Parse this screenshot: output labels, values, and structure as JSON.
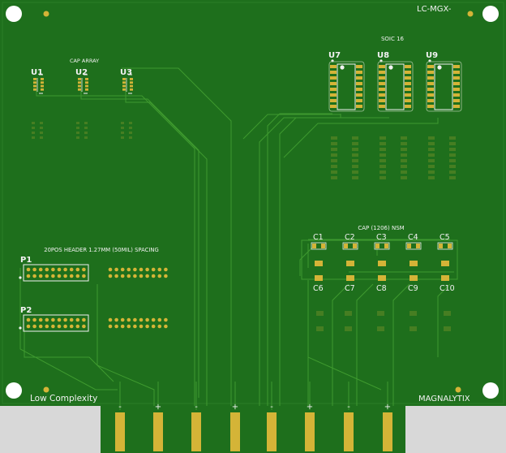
{
  "board": {
    "top_right_label": "LC-MGX-",
    "bottom_left_label": "Low Complexity",
    "bottom_right_label": "MAGNALYTIX",
    "colors": {
      "soldermask": "#1e6f1c",
      "copper_trace": "#3f9a2f",
      "pad_gold": "#d4b437",
      "silkscreen": "#f2f2f2",
      "background": "#d8d8d8"
    }
  },
  "cap_array": {
    "title": "CAP ARRAY",
    "refs": [
      "U1",
      "U2",
      "U3"
    ]
  },
  "soic": {
    "title": "SOIC 16",
    "refs": [
      "U7",
      "U8",
      "U9"
    ]
  },
  "caps_1206": {
    "title": "CAP (1206) NSM",
    "top_refs": [
      "C1",
      "C2",
      "C3",
      "C4",
      "C5"
    ],
    "bottom_refs": [
      "C6",
      "C7",
      "C8",
      "C9",
      "C10"
    ]
  },
  "headers": {
    "title": "20POS HEADER 1.27MM (50MIL) SPACING",
    "refs": [
      "P1",
      "P2"
    ]
  },
  "edge_fingers": {
    "polarity": [
      "-",
      "+",
      "-",
      "+",
      "-",
      "+",
      "-",
      "+"
    ]
  }
}
